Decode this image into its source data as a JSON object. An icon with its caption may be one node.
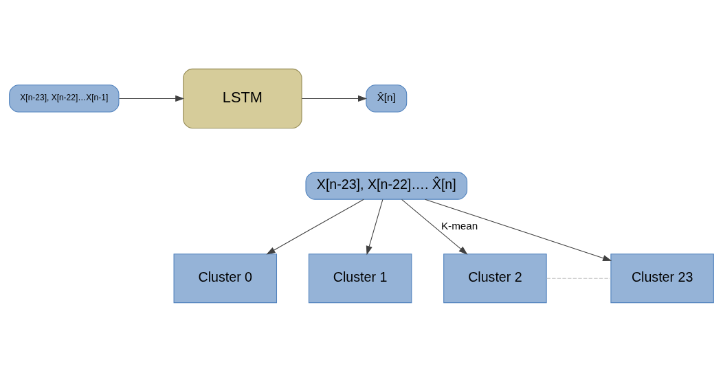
{
  "diagram": {
    "nodes": [
      {
        "text": [
          "X[n-23], X[n-22]…X[n-1]"
        ]
      },
      {
        "text": [
          "LSTM"
        ]
      },
      {
        "text": [
          "X̂[n]"
        ]
      },
      {
        "text": [
          "X[n-23], X[n-22]…. X̂[n]"
        ]
      },
      {
        "text": [
          "Cluster 0"
        ]
      },
      {
        "text": [
          "Cluster 1"
        ]
      },
      {
        "text": [
          "Cluster 2"
        ]
      },
      {
        "text": [
          "Cluster 23"
        ]
      }
    ],
    "edges": [
      {
        "from": 0,
        "to": 1,
        "arrow": "to"
      },
      {
        "from": 1,
        "to": 2,
        "arrow": "to"
      },
      {
        "from": 3,
        "to": 4,
        "arrow": "to"
      },
      {
        "from": 3,
        "to": 5,
        "arrow": "to"
      },
      {
        "from": 3,
        "to": 6,
        "arrow": "to",
        "label": "K-mean"
      },
      {
        "from": 3,
        "to": 7,
        "arrow": "to"
      },
      {
        "from": 6,
        "to": 7,
        "arrow": "none",
        "style": "dashed",
        "color": "#bfbfbf"
      }
    ],
    "labels": []
  }
}
